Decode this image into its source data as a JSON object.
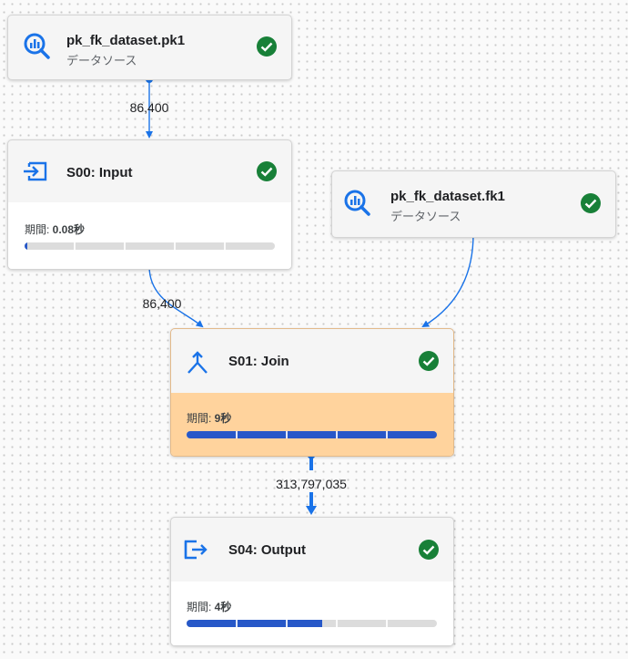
{
  "nodes": {
    "pk1": {
      "title": "pk_fk_dataset.pk1",
      "subtitle": "データソース",
      "status": "success"
    },
    "s00": {
      "title": "S00: Input",
      "duration_label": "期間: ",
      "duration_value": "0.08秒",
      "progress": 0.01,
      "status": "success"
    },
    "fk1": {
      "title": "pk_fk_dataset.fk1",
      "subtitle": "データソース",
      "status": "success"
    },
    "s01": {
      "title": "S01: Join",
      "duration_label": "期間: ",
      "duration_value": "9秒",
      "progress": 1.0,
      "status": "success"
    },
    "s04": {
      "title": "S04: Output",
      "duration_label": "期間: ",
      "duration_value": "4秒",
      "progress": 0.54,
      "status": "success"
    }
  },
  "edges": {
    "pk1_to_s00": "86,400",
    "s00_to_s01": "86,400",
    "s01_to_s04": "313,797,035"
  },
  "colors": {
    "accent": "#1a73e8",
    "success": "#188038",
    "progress": "#2758c8",
    "active_body": "#ffd39d"
  },
  "icons": {
    "datasource": "datasource-analytics-icon",
    "input": "input-icon",
    "join": "join-merge-icon",
    "output": "output-icon",
    "status": "check-circle-icon"
  }
}
